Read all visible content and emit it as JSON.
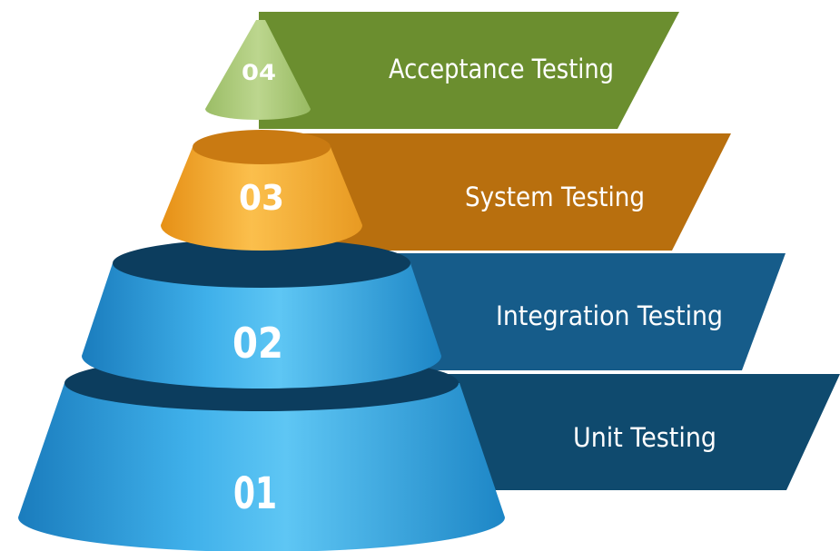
{
  "levels": [
    {
      "number": "01",
      "label": "Unit Testing",
      "color": "#0f4a6e"
    },
    {
      "number": "02",
      "label": "Integration Testing",
      "color": "#165c8a"
    },
    {
      "number": "03",
      "label": "System Testing",
      "color": "#b86f0e"
    },
    {
      "number": "04",
      "label": "Acceptance Testing",
      "color": "#6b8e2f"
    }
  ],
  "colors": {
    "blue_light": "#5cc4f2",
    "blue_dark": "#1d84c4",
    "blue_top": "#0c3d5e",
    "orange_light": "#fbc35a",
    "orange_dark": "#e6931a",
    "orange_top": "#c97a12",
    "green_light": "#b9d38a",
    "green_dark": "#8fb25a"
  }
}
